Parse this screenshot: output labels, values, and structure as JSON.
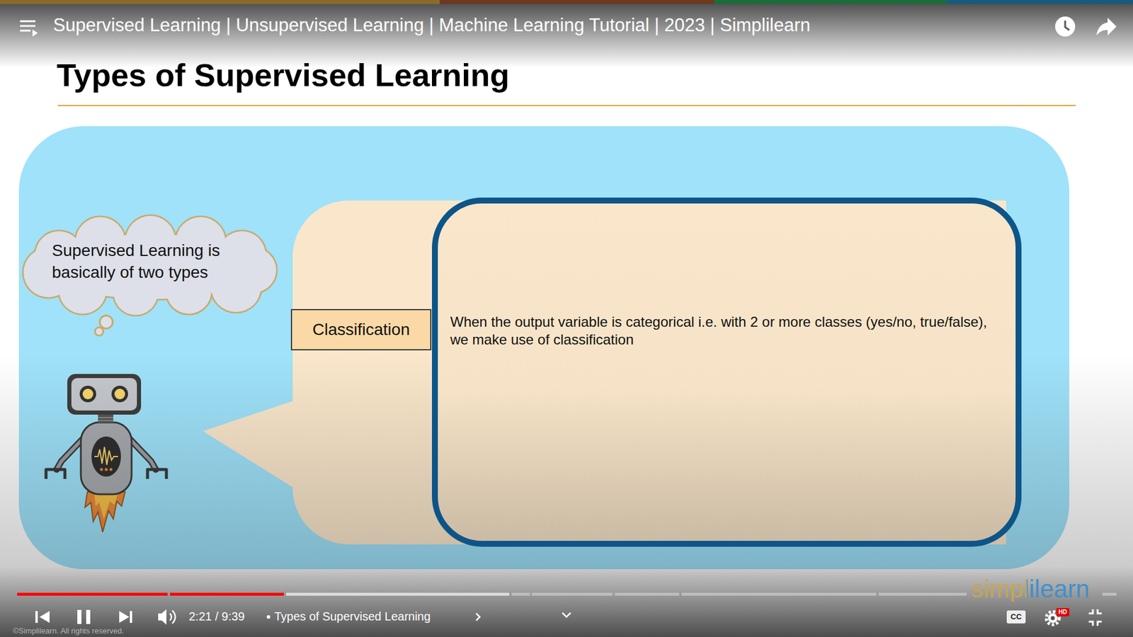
{
  "diagram": {
    "title": "Types of Supervised Learning",
    "nodes": [
      {
        "text": [
          "Supervised Learning is basically of two types"
        ]
      },
      {
        "text": [
          "Classification"
        ]
      },
      {
        "text": [
          "When the output variable is categorical i.e. with 2 or more classes (yes/no, true/false), we make use of classification"
        ]
      }
    ],
    "labels": [
      "Supervised Learning | Unsupervised Learning | Machine Learning Tutorial | 2023 | Simplilearn",
      "2:21 / 9:39",
      "Types of Supervised Learning",
      "CC",
      "HD",
      "simplilearn",
      "©Simplilearn. All rights reserved."
    ]
  }
}
